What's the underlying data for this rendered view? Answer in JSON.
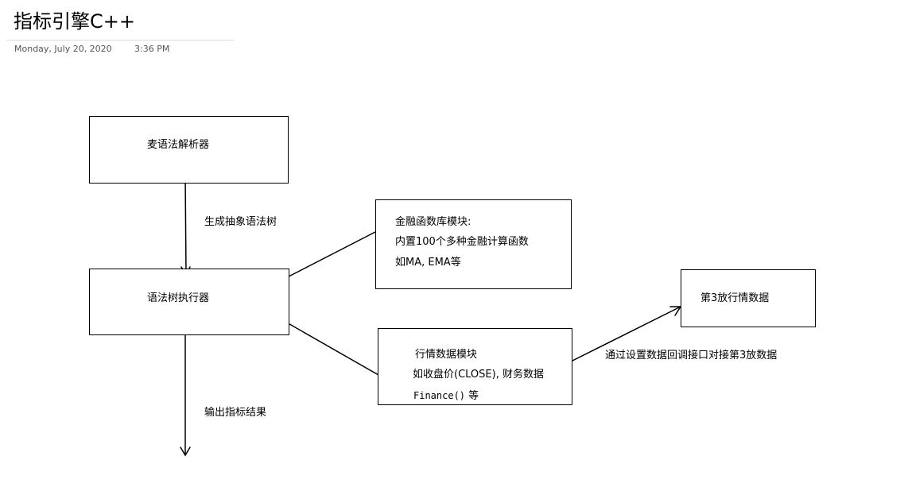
{
  "page": {
    "title": "指标引擎C++",
    "date": "Monday, July 20, 2020",
    "time": "3:36 PM"
  },
  "diagram": {
    "nodes": {
      "parser": {
        "label": "麦语法解析器"
      },
      "executor": {
        "label": "语法树执行器"
      },
      "finance_lib": {
        "line1": "金融函数库模块:",
        "line2": "内置100个多种金融计算函数",
        "line3": "如MA, EMA等"
      },
      "market_data": {
        "line1": "行情数据模块",
        "line2": "如收盘价(CLOSE), 财务数据",
        "line3_code": "Finance()",
        "line3_suffix": " 等"
      },
      "third_party": {
        "label": "第3放行情数据"
      }
    },
    "edges": {
      "parser_to_executor": "生成抽象语法树",
      "executor_output": "输出指标结果",
      "market_to_third_party": "通过设置数据回调接口对接第3放数据"
    }
  }
}
